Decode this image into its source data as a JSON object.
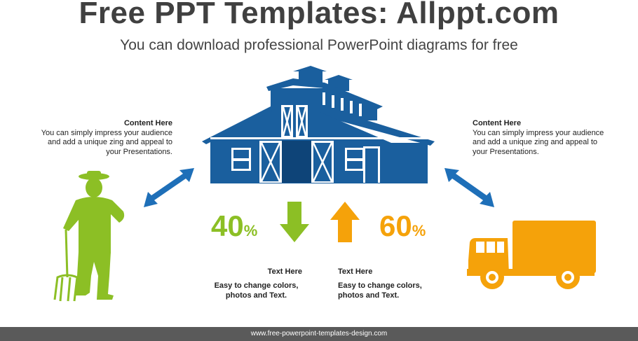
{
  "header": {
    "title": "Free PPT Templates: Allppt.com",
    "subtitle": "You can download professional PowerPoint diagrams for free"
  },
  "left_content": {
    "heading": "Content  Here",
    "body": "You can simply impress your audience and add a unique zing and appeal to your Presentations."
  },
  "right_content": {
    "heading": "Content  Here",
    "body": "You can simply impress your audience and add a unique zing and appeal to your Presentations."
  },
  "stats": {
    "left_value": "40",
    "left_sign": "%",
    "right_value": "60",
    "right_sign": "%"
  },
  "text_left": {
    "heading": "Text  Here",
    "body": "Easy to change colors, photos and Text."
  },
  "text_right": {
    "heading": "Text  Here",
    "body": "Easy to change colors, photos and Text."
  },
  "footer": {
    "url": "www.free-powerpoint-templates-design.com"
  },
  "colors": {
    "barn": "#1a5f9e",
    "barn_roof": "#175a99",
    "green": "#8cbf25",
    "orange": "#f5a20a",
    "arrow_blue": "#1e6fb8"
  },
  "icons": [
    "barn-icon",
    "farmer-icon",
    "truck-icon",
    "double-arrow-icon",
    "down-arrow-icon",
    "up-arrow-icon"
  ]
}
